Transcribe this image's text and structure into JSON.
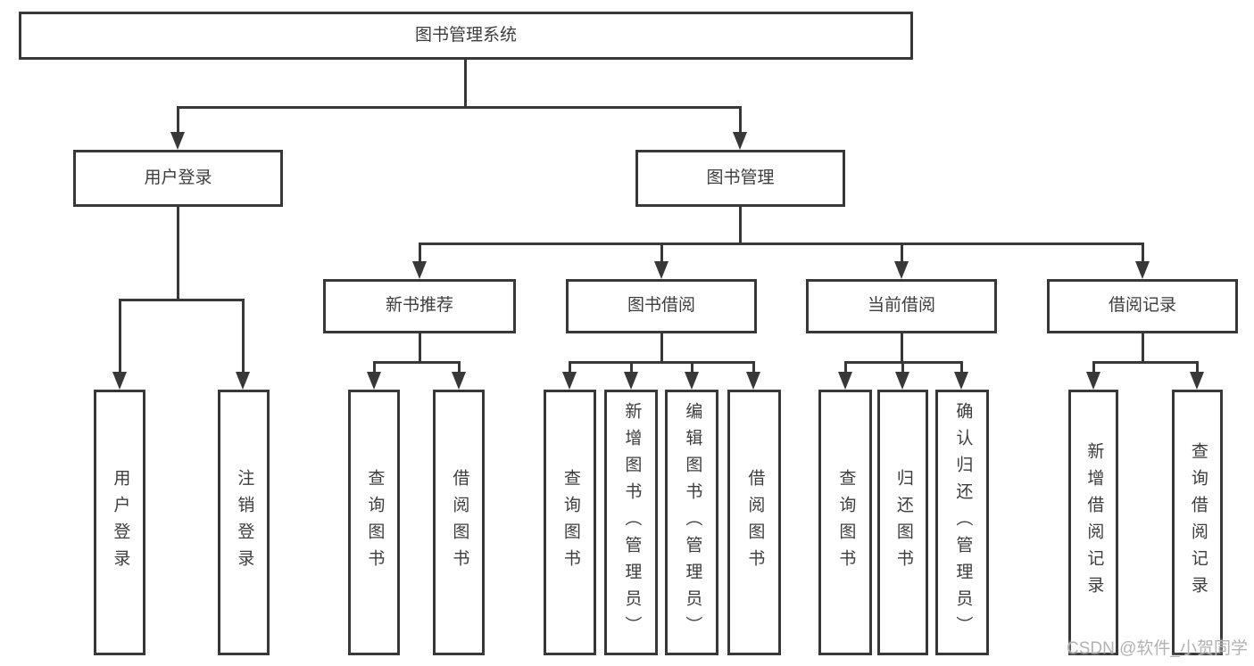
{
  "colors": {
    "line": "#383838",
    "text": "#3d3d3d",
    "background": "#ffffff",
    "watermark": "#b2b2b2"
  },
  "watermark": {
    "text": "CSDN @软件_小贺同学"
  },
  "tree": {
    "root": "图书管理系统",
    "branches": [
      {
        "label": "用户登录",
        "leaves": [
          "用户登录",
          "注销登录"
        ]
      },
      {
        "label": "图书管理",
        "groups": [
          {
            "label": "新书推荐",
            "leaves": [
              "查询图书",
              "借阅图书"
            ]
          },
          {
            "label": "图书借阅",
            "leaves": [
              "查询图书",
              "新增图书（管理员）",
              "编辑图书（管理员）",
              "借阅图书"
            ]
          },
          {
            "label": "当前借阅",
            "leaves": [
              "查询图书",
              "归还图书",
              "确认归还（管理员）"
            ]
          },
          {
            "label": "借阅记录",
            "leaves": [
              "新增借阅记录",
              "查询借阅记录"
            ]
          }
        ]
      }
    ]
  }
}
